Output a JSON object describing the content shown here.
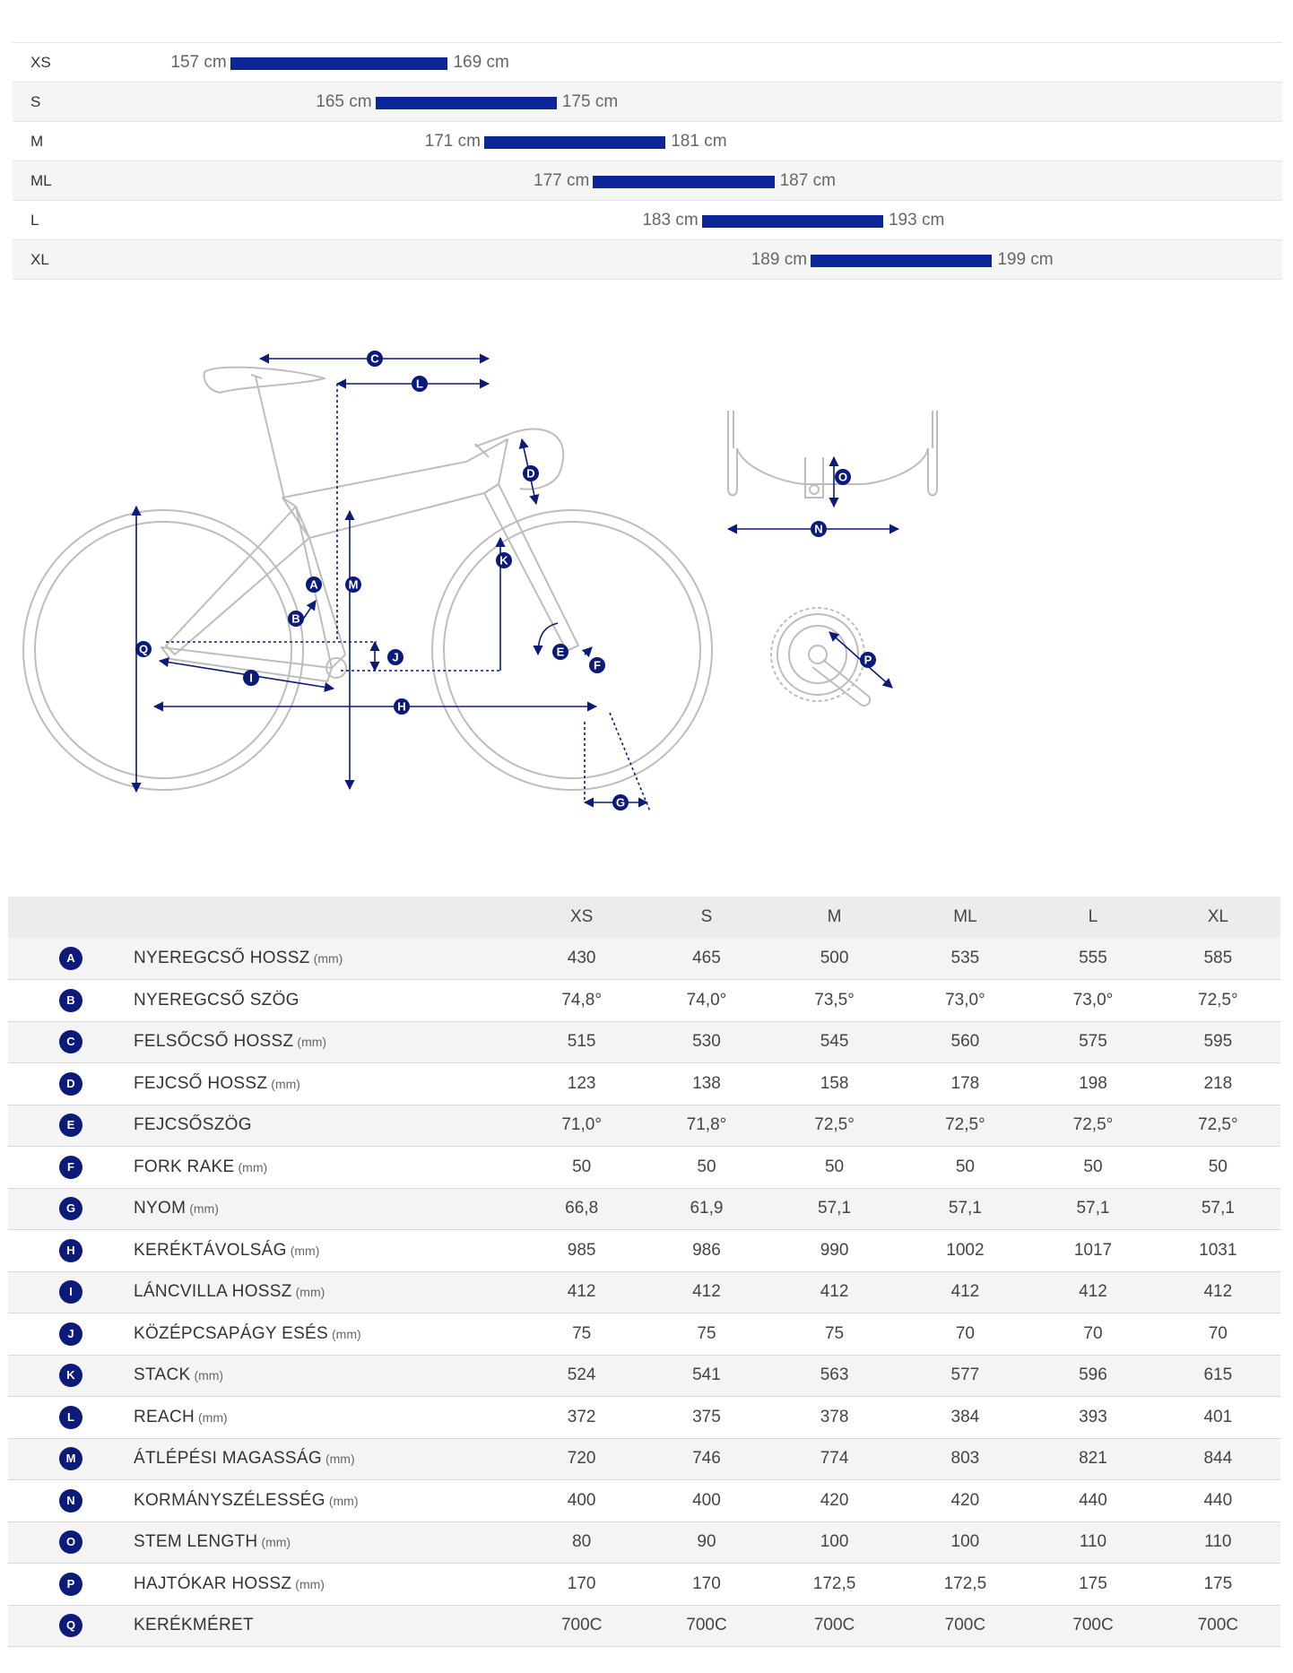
{
  "colors": {
    "bar": "#0c2598",
    "badge": "#0c1a7a",
    "frame_line": "#bdbdbd",
    "dimension_line": "#0c1a7a"
  },
  "chart_data": {
    "type": "range-bar",
    "categories": [
      "XS",
      "S",
      "M",
      "ML",
      "L",
      "XL"
    ],
    "series": [
      {
        "min": [
          157,
          165,
          171,
          177,
          183,
          189
        ],
        "max": [
          169,
          175,
          181,
          187,
          193,
          199
        ]
      }
    ],
    "min_labels": [
      "157 cm",
      "165 cm",
      "171 cm",
      "177 cm",
      "183 cm",
      "189 cm"
    ],
    "max_labels": [
      "169 cm",
      "175 cm",
      "181 cm",
      "187 cm",
      "193 cm",
      "199 cm"
    ],
    "xlim": [
      145,
      215
    ],
    "grid": false
  },
  "diagram": {
    "labels": [
      "A",
      "B",
      "C",
      "D",
      "E",
      "F",
      "G",
      "H",
      "I",
      "J",
      "K",
      "L",
      "M",
      "N",
      "O",
      "P",
      "Q"
    ]
  },
  "geometry_table": {
    "headers": [
      "",
      "",
      "XS",
      "S",
      "M",
      "ML",
      "L",
      "XL"
    ],
    "rows": [
      {
        "badge": "A",
        "name": "NYEREGCSŐ HOSSZ",
        "unit": "(mm)",
        "values": [
          "430",
          "465",
          "500",
          "535",
          "555",
          "585"
        ]
      },
      {
        "badge": "B",
        "name": "NYEREGCSŐ SZÖG",
        "unit": "",
        "values": [
          "74,8°",
          "74,0°",
          "73,5°",
          "73,0°",
          "73,0°",
          "72,5°"
        ]
      },
      {
        "badge": "C",
        "name": "FELSŐCSŐ HOSSZ",
        "unit": "(mm)",
        "values": [
          "515",
          "530",
          "545",
          "560",
          "575",
          "595"
        ]
      },
      {
        "badge": "D",
        "name": "FEJCSŐ HOSSZ",
        "unit": "(mm)",
        "values": [
          "123",
          "138",
          "158",
          "178",
          "198",
          "218"
        ]
      },
      {
        "badge": "E",
        "name": "FEJCSŐSZÖG",
        "unit": "",
        "values": [
          "71,0°",
          "71,8°",
          "72,5°",
          "72,5°",
          "72,5°",
          "72,5°"
        ]
      },
      {
        "badge": "F",
        "name": "FORK RAKE",
        "unit": "(mm)",
        "values": [
          "50",
          "50",
          "50",
          "50",
          "50",
          "50"
        ]
      },
      {
        "badge": "G",
        "name": "NYOM",
        "unit": "(mm)",
        "values": [
          "66,8",
          "61,9",
          "57,1",
          "57,1",
          "57,1",
          "57,1"
        ]
      },
      {
        "badge": "H",
        "name": "KERÉKTÁVOLSÁG",
        "unit": "(mm)",
        "values": [
          "985",
          "986",
          "990",
          "1002",
          "1017",
          "1031"
        ]
      },
      {
        "badge": "I",
        "name": "LÁNCVILLA HOSSZ",
        "unit": "(mm)",
        "values": [
          "412",
          "412",
          "412",
          "412",
          "412",
          "412"
        ]
      },
      {
        "badge": "J",
        "name": "KÖZÉPCSAPÁGY ESÉS",
        "unit": "(mm)",
        "values": [
          "75",
          "75",
          "75",
          "70",
          "70",
          "70"
        ]
      },
      {
        "badge": "K",
        "name": "STACK",
        "unit": "(mm)",
        "values": [
          "524",
          "541",
          "563",
          "577",
          "596",
          "615"
        ]
      },
      {
        "badge": "L",
        "name": "REACH",
        "unit": "(mm)",
        "values": [
          "372",
          "375",
          "378",
          "384",
          "393",
          "401"
        ]
      },
      {
        "badge": "M",
        "name": "ÁTLÉPÉSI MAGASSÁG",
        "unit": "(mm)",
        "values": [
          "720",
          "746",
          "774",
          "803",
          "821",
          "844"
        ]
      },
      {
        "badge": "N",
        "name": "KORMÁNYSZÉLESSÉG",
        "unit": "(mm)",
        "values": [
          "400",
          "400",
          "420",
          "420",
          "440",
          "440"
        ]
      },
      {
        "badge": "O",
        "name": "STEM LENGTH",
        "unit": "(mm)",
        "values": [
          "80",
          "90",
          "100",
          "100",
          "110",
          "110"
        ]
      },
      {
        "badge": "P",
        "name": "HAJTÓKAR HOSSZ",
        "unit": "(mm)",
        "values": [
          "170",
          "170",
          "172,5",
          "172,5",
          "175",
          "175"
        ]
      },
      {
        "badge": "Q",
        "name": "KERÉKMÉRET",
        "unit": "",
        "values": [
          "700C",
          "700C",
          "700C",
          "700C",
          "700C",
          "700C"
        ]
      }
    ]
  }
}
